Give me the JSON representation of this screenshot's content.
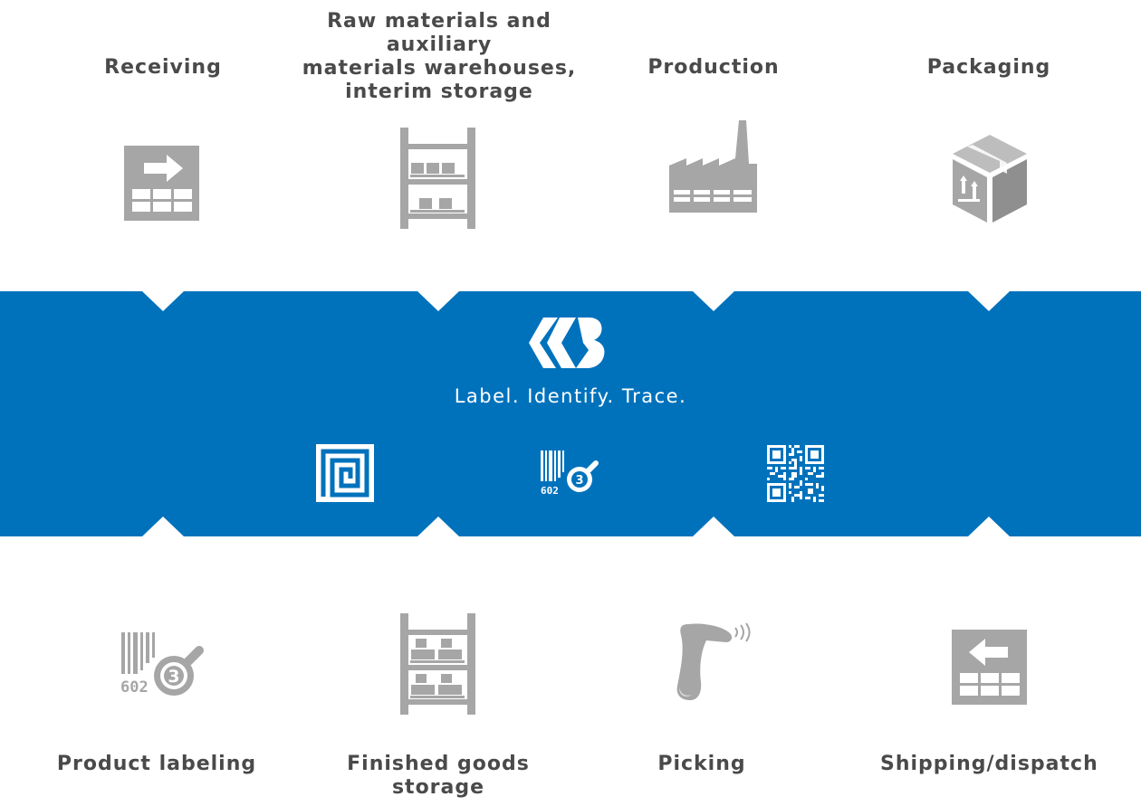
{
  "top_steps": [
    {
      "label": "Receiving",
      "icon": "receiving-icon"
    },
    {
      "label": "Raw materials and auxiliary\nmaterials warehouses,\ninterim storage",
      "icon": "shelf-icon"
    },
    {
      "label": "Production",
      "icon": "factory-icon"
    },
    {
      "label": "Packaging",
      "icon": "package-icon"
    }
  ],
  "bottom_steps": [
    {
      "label": "Product labeling",
      "icon": "barcode-label-icon"
    },
    {
      "label": "Finished goods\nstorage",
      "icon": "shelf-full-icon"
    },
    {
      "label": "Picking",
      "icon": "scanner-icon"
    },
    {
      "label": "Shipping/dispatch",
      "icon": "shipping-icon"
    }
  ],
  "band": {
    "tagline": "Label. Identify. Trace.",
    "logo": "company-logo",
    "technologies": [
      {
        "icon": "rfid-icon"
      },
      {
        "icon": "barcode-icon"
      },
      {
        "icon": "qr-code-icon"
      }
    ]
  },
  "colors": {
    "band": "#0072bc",
    "icon_gray": "#a6a6a6",
    "label_text": "#4a4a4a",
    "white": "#ffffff"
  }
}
